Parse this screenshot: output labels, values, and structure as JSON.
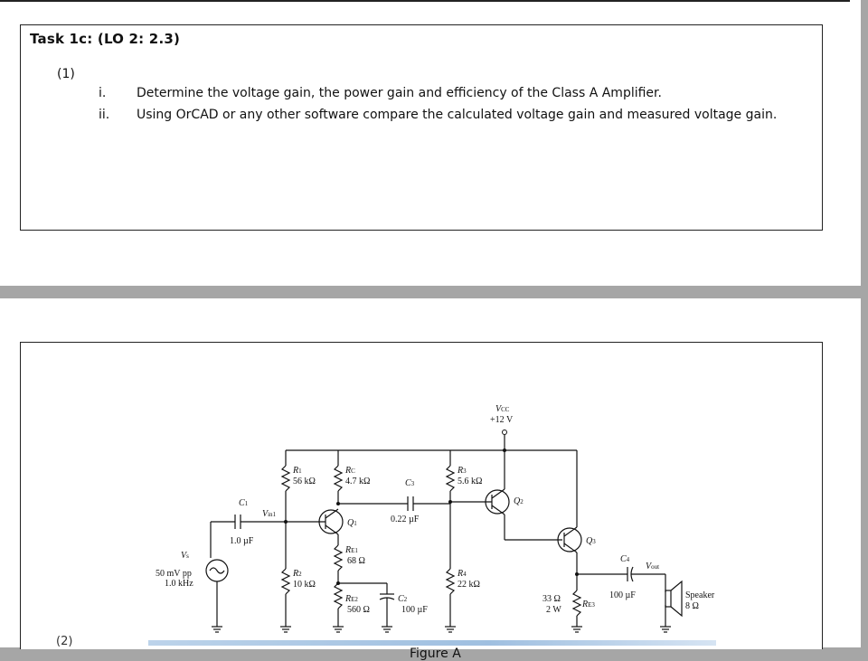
{
  "task": {
    "title": "Task 1c: (LO 2: 2.3)",
    "question_number": "(1)",
    "items": [
      {
        "marker": "i.",
        "text": "Determine the voltage gain, the power gain and efficiency of the Class A Amplifier."
      },
      {
        "marker": "ii.",
        "text": "Using OrCAD or any other software compare the calculated voltage gain and measured voltage gain."
      }
    ]
  },
  "figure": {
    "caption": "Figure A",
    "labels": {
      "vcc": "V",
      "vcc_sub": "CC",
      "vcc_value": "+12 V",
      "r1": "R",
      "r1_sub": "1",
      "r1_value": "56 kΩ",
      "rc": "R",
      "rc_sub": "C",
      "rc_value": "4.7 kΩ",
      "c3": "C",
      "c3_sub": "3",
      "c3_value": "0.22 µF",
      "r3": "R",
      "r3_sub": "3",
      "r3_value": "5.6 kΩ",
      "q2": "Q",
      "q2_sub": "2",
      "c1": "C",
      "c1_sub": "1",
      "c1_value": "1.0 µF",
      "vin": "V",
      "vin_sub": "in1",
      "q1": "Q",
      "q1_sub": "1",
      "q3": "Q",
      "q3_sub": "3",
      "re1": "R",
      "re1_sub": "E1",
      "re1_value": "68 Ω",
      "vs": "V",
      "vs_sub": "s",
      "vs_value1": "50 mV pp",
      "vs_value2": "1.0 kHz",
      "r2": "R",
      "r2_sub": "2",
      "r2_value": "10 kΩ",
      "r4": "R",
      "r4_sub": "4",
      "r4_value": "22 kΩ",
      "c4": "C",
      "c4_sub": "4",
      "vout": "V",
      "vout_sub": "out",
      "re2": "R",
      "re2_sub": "E2",
      "re2_value": "560 Ω",
      "c2": "C",
      "c2_sub": "2",
      "c2_value": "100 µF",
      "re3_value1": "33 Ω",
      "re3_value2": "2 W",
      "re3": "R",
      "re3_sub": "E3",
      "c4_value": "100 µF",
      "speaker": "Speaker",
      "speaker_value": "8 Ω"
    }
  },
  "next_item_stub": "(2)"
}
